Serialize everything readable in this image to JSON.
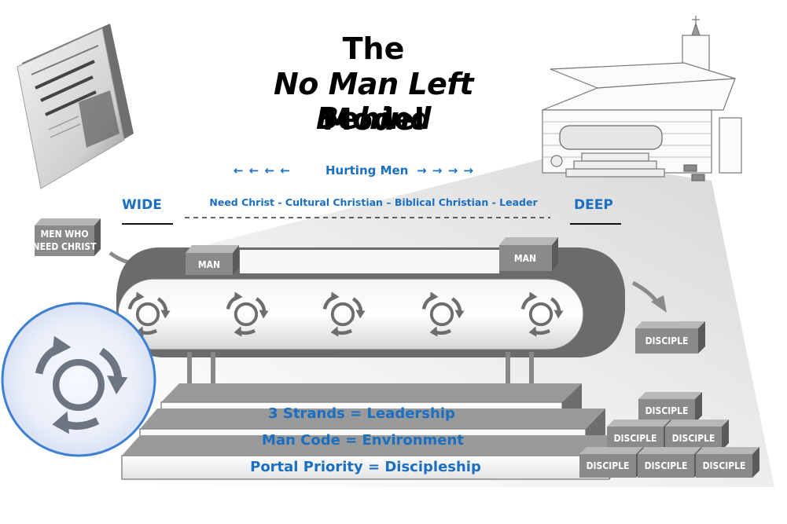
{
  "title": {
    "line1": "The",
    "line2": "No Man Left Behind",
    "line3": "Model"
  },
  "hurting_men": {
    "label": "Hurting Men",
    "left_arrows": "←  ←  ←  ←",
    "right_arrows": "→  →  →  →"
  },
  "spectrum": {
    "left_end": "WIDE",
    "right_end": "DEEP",
    "stages": "Need Christ - Cultural Christian – Biblical Christian - Leader"
  },
  "input_box": {
    "line1": "MEN WHO",
    "line2": "NEED CHRIST"
  },
  "conveyor": {
    "man_label": "MAN"
  },
  "steps": [
    {
      "label": "3 Strands = Leadership"
    },
    {
      "label": "Man Code = Environment"
    },
    {
      "label": "Portal Priority = Discipleship"
    }
  ],
  "disciple_label": "DISCIPLE",
  "colors": {
    "accent_blue": "#1a6fc1",
    "box_gray": "#8a8a8a",
    "box_dark": "#5a5a5a",
    "belt_dark": "#6b6b6b"
  },
  "icons": [
    "book-image",
    "church-image",
    "cycle-arrows-icon",
    "magnifier-circle"
  ]
}
